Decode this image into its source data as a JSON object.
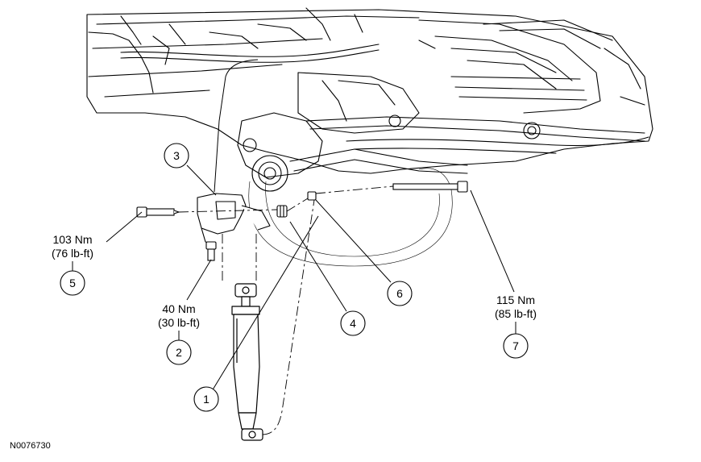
{
  "figure_id": "N0076730",
  "callouts": [
    {
      "number": "1"
    },
    {
      "number": "2",
      "torque_nm": "40 Nm",
      "torque_lbft": "(30 lb-ft)"
    },
    {
      "number": "3"
    },
    {
      "number": "4"
    },
    {
      "number": "5",
      "torque_nm": "103 Nm",
      "torque_lbft": "(76 lb-ft)"
    },
    {
      "number": "6"
    },
    {
      "number": "7",
      "torque_nm": "115 Nm",
      "torque_lbft": "(85 lb-ft)"
    }
  ]
}
